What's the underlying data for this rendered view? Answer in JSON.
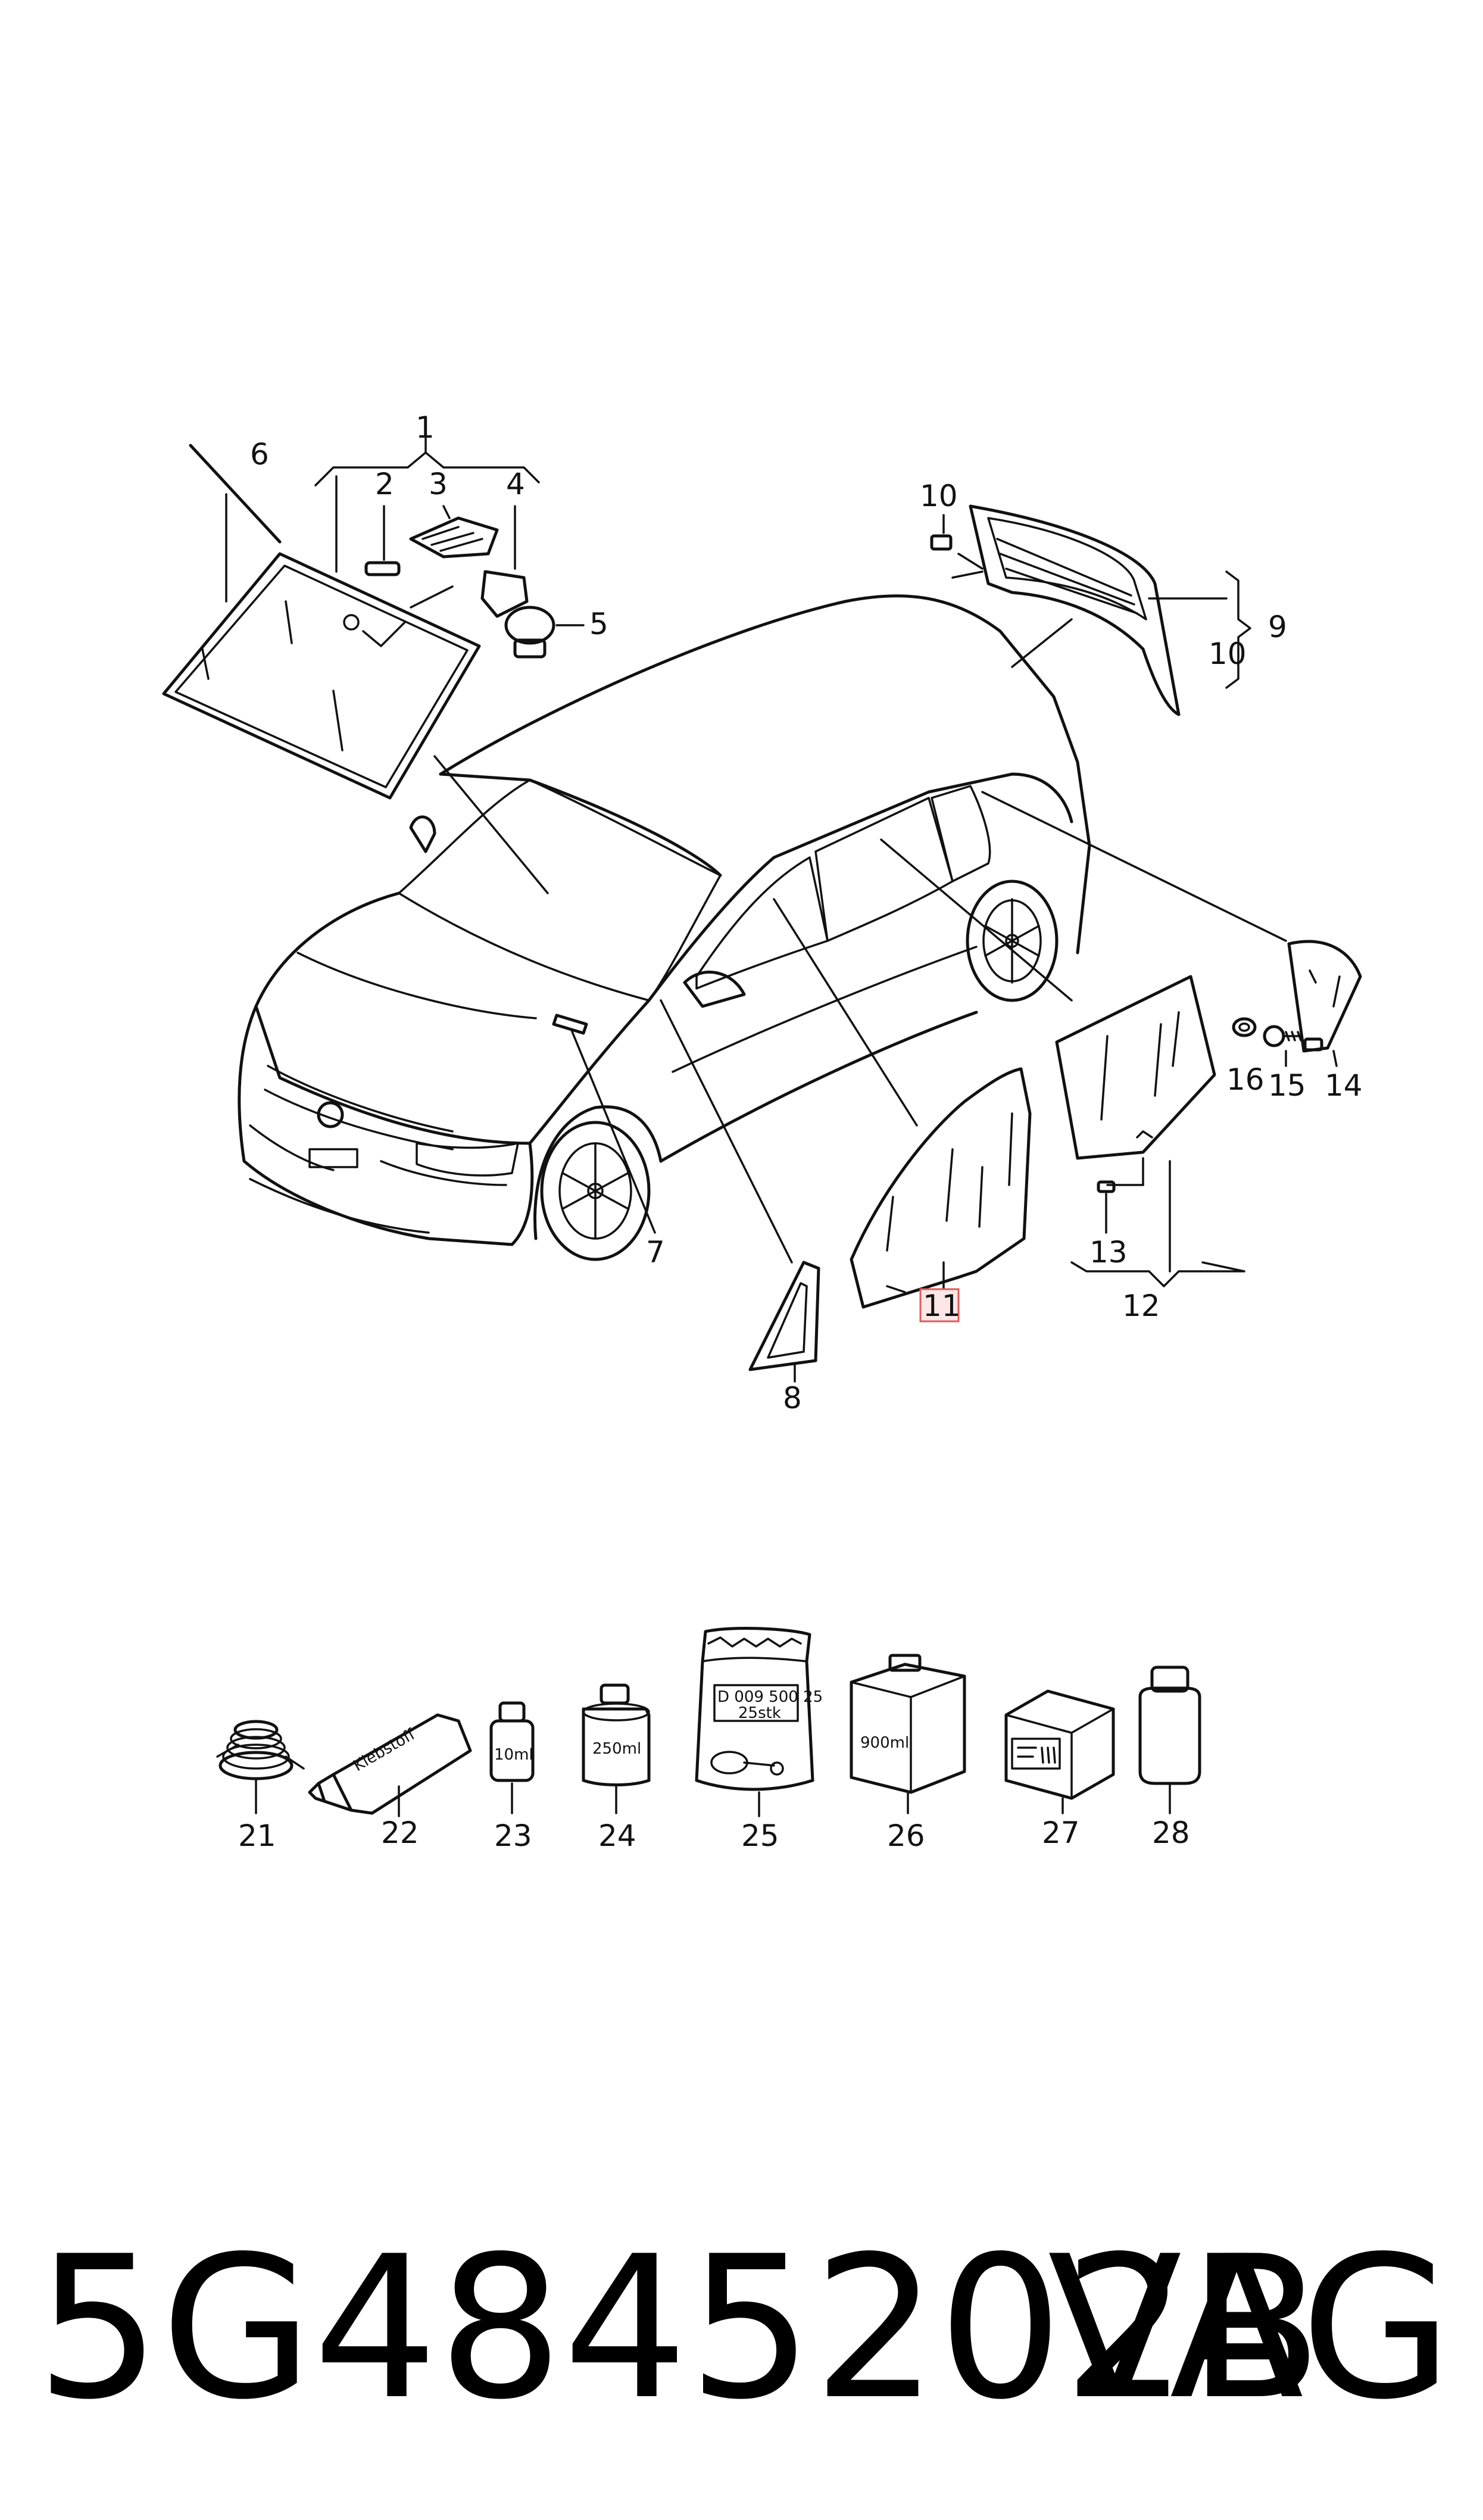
{
  "callouts": {
    "c1": "1",
    "c2": "2",
    "c3": "3",
    "c4": "4",
    "c5": "5",
    "c6": "6",
    "c7": "7",
    "c8": "8",
    "c9": "9",
    "c10a": "10",
    "c10b": "10",
    "c11": "11",
    "c12": "12",
    "c13": "13",
    "c14": "14",
    "c15": "15",
    "c16": "16",
    "c21": "21",
    "c22": "22",
    "c23": "23",
    "c24": "24",
    "c25": "25",
    "c26": "26",
    "c27": "27",
    "c28": "28"
  },
  "package_labels": {
    "tube": "Klebstoff",
    "vial": "10ml",
    "can": "250ml",
    "bag_line1": "D 009 500 25",
    "bag_line2": "25stk",
    "box": "900ml"
  },
  "caption": {
    "part_number": "5G4845202B",
    "brand": "VAG"
  },
  "colors": {
    "line": "#111111",
    "highlight_fill": "#fde6e6",
    "highlight_border": "#e05a5a"
  }
}
